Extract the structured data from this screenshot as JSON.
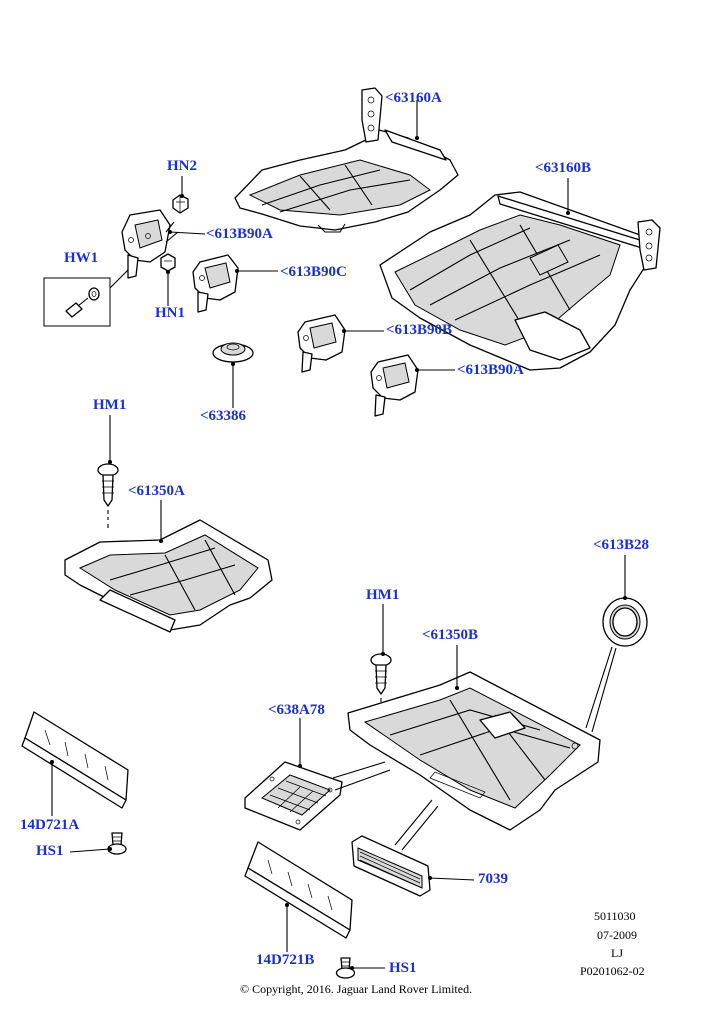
{
  "labels": {
    "l63160A": "<63160A",
    "l63160B": "<63160B",
    "lHN2": "HN2",
    "l613B90A_top": "<613B90A",
    "lHW1": "HW1",
    "l613B90C": "<613B90C",
    "lHN1": "HN1",
    "l613B90B": "<613B90B",
    "l613B90A_bottom": "<613B90A",
    "l63386": "<63386",
    "lHM1_top": "HM1",
    "l61350A": "<61350A",
    "l613B28": "<613B28",
    "lHM1_bottom": "HM1",
    "l61350B": "<61350B",
    "l638A78": "<638A78",
    "l14D721A": "14D721A",
    "lHS1_left": "HS1",
    "l7039": "7039",
    "l14D721B": "14D721B",
    "lHS1_bottom": "HS1"
  },
  "meta": {
    "ref1": "5011030",
    "ref2": "07-2009",
    "ref3": "LJ",
    "ref4": "P0201062-02",
    "copyright": "© Copyright, 2016. Jaguar Land Rover Limited."
  }
}
